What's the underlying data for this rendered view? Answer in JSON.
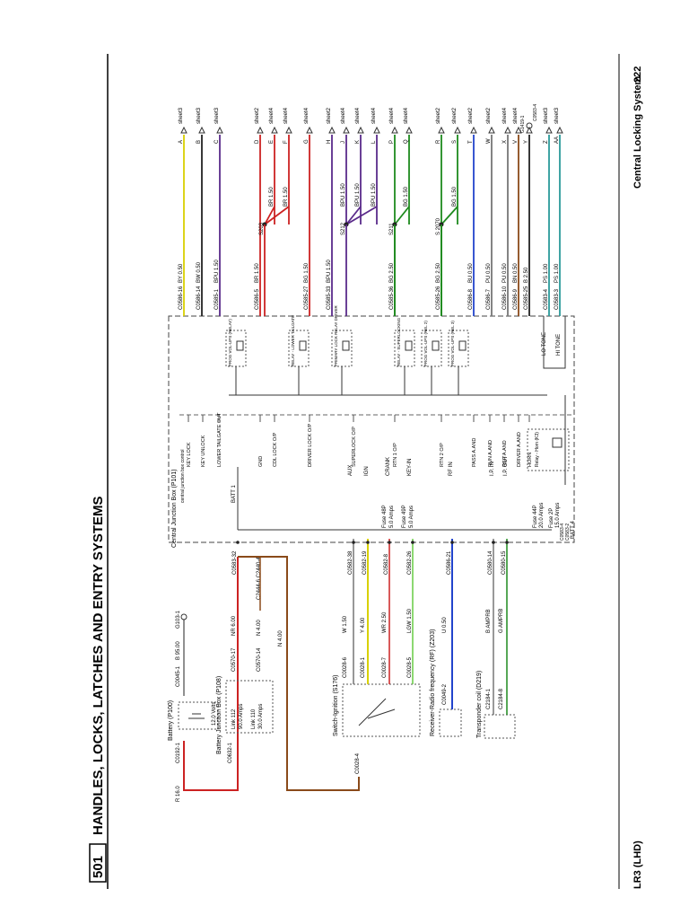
{
  "header": {
    "section_number": "501",
    "section_title": "HANDLES, LOCKS, LATCHES AND ENTRY SYSTEMS",
    "page_title": "Central Locking System",
    "vehicle": "LR3 (LHD)",
    "page_number": "222"
  },
  "left_components": {
    "battery": {
      "title": "Battery (P100)",
      "volts": "12.0 Volts",
      "left_wire": "R 16.0",
      "left_conn": "C0192-1",
      "right_conn": "C0045-1",
      "right_wire": "B 95.00",
      "ground": "G103-1"
    },
    "bjb": {
      "title": "Battery Junction Box (P108)",
      "conn_in": "C0632-1",
      "link1_name": "Link 112",
      "link1_amp": "90.0 Amps",
      "link2_name": "Link 110",
      "link2_amp": "30.0 Amps",
      "out1_conn": "C0570-17",
      "out1_wire": "NR 6.00",
      "out2_conn": "C0570-14",
      "out2_wire": "N 4.00",
      "splice": "C2444-6 C2440-4",
      "run_wire": "N 4.00"
    },
    "ignition": {
      "title": "Switch-Ignition (S176)",
      "conn_in": "C0028-4",
      "c1": "C0028-6",
      "c2": "C0028-1",
      "c3": "C0028-7",
      "c4": "C0028-5",
      "w1": "W 1.50",
      "w2": "Y 4.00",
      "w3": "WR 2.50",
      "w4": "LGW 1.50"
    },
    "receiver": {
      "title": "Receiver-Radio frequency (RF) (Z203)",
      "conn": "C0049-2",
      "wire": "U 0.50"
    },
    "transponder": {
      "title": "Transponder coil (D219)",
      "c1": "C2184-1",
      "c2": "C2184-8",
      "w1": "B AMPRB",
      "w2": "G AMPRB"
    }
  },
  "cjb": {
    "title": "Central Junction Box (P101)",
    "subtitle": "central junction box control",
    "bus_label": "BATT 1",
    "input_conns": [
      "C0583-32",
      "C0582-38",
      "C0582-19",
      "C0582-8",
      "C0582-26",
      "C0586-21",
      "C0580-14",
      "C0580-15"
    ],
    "bottom_label": "BATT 4",
    "bottom_conns": [
      "C0583-4",
      "C0583-2"
    ],
    "fuses": [
      {
        "name": "Fuse 48P",
        "amps": "5.0 Amps"
      },
      {
        "name": "Fuse 49P",
        "amps": "5.0 Amps"
      },
      {
        "name": "Fuse 44P",
        "amps": "20.0 Amps"
      },
      {
        "name": "Fuse 2P",
        "amps": "15.0 Amps"
      }
    ],
    "inner_labels": [
      "AUX",
      "IGN",
      "CRANK",
      "KEY-IN",
      "RF IN",
      "I.P. IN",
      "I.P. OUT"
    ],
    "logic_labels": [
      "KEY LOCK",
      "KEY UNLOCK",
      "LOWER TAILGATE OUT",
      "GND",
      "CDL LOCK O/P",
      "DRIVER LOCK O/P",
      "SUPERLOCK O/P",
      "RTN 1 O/P",
      "RTN 2 O/P",
      "PASS A.AND",
      "RUN A.AND",
      "RSH A.AND",
      "DRIVER A.AND",
      "HORN"
    ],
    "horn_relay": "Relay - Horn (K3)",
    "relays": [
      "PROG VOL-UPS (RELAY)",
      "RELAY - LOWER TAILGATE",
      "PRIMARY LOCK RELAY DRIVER",
      "RELAY - SUPERLOCKING",
      "PROG VOL-UPS (REL 2)",
      "PROG VOL-UPS (REL 3)"
    ],
    "right_labels": [
      "LO TONE",
      "HI TONE"
    ]
  },
  "outputs": [
    {
      "conn": "C0586-16",
      "wire": "BY 0.50",
      "letter": "A",
      "dest": "sheet3"
    },
    {
      "conn": "C0586-14",
      "wire": "BW 0.50",
      "letter": "B",
      "dest": "sheet3"
    },
    {
      "conn": "C0585-1",
      "wire": "BPU 1.50",
      "letter": "C",
      "dest": "sheet3"
    },
    {
      "conn": "C0586-5",
      "wire": "BR 1.50",
      "letter": "D",
      "dest": "sheet2"
    },
    {
      "conn": "",
      "wire": "BR 1.50",
      "letter": "E",
      "dest": "sheet4"
    },
    {
      "conn": "",
      "wire": "BR 1.50",
      "letter": "F",
      "dest": "sheet4"
    },
    {
      "conn": "C0585-27",
      "wire": "BG 1.50",
      "letter": "G",
      "dest": "sheet4"
    },
    {
      "conn": "C0585-33",
      "wire": "BPU 1.50",
      "letter": "H",
      "dest": "sheet2"
    },
    {
      "conn": "",
      "wire": "BPU 1.50",
      "letter": "J",
      "dest": "sheet4"
    },
    {
      "conn": "",
      "wire": "BPU 1.50",
      "letter": "K",
      "dest": "sheet4"
    },
    {
      "conn": "",
      "wire": "BPU 1.50",
      "letter": "L",
      "dest": "sheet4"
    },
    {
      "conn": "C0585-36",
      "wire": "BG 2.50",
      "letter": "P",
      "dest": "sheet4"
    },
    {
      "conn": "",
      "wire": "BG 1.50",
      "letter": "Q",
      "dest": "sheet4"
    },
    {
      "conn": "C0585-26",
      "wire": "BG 2.50",
      "letter": "R",
      "dest": "sheet2"
    },
    {
      "conn": "",
      "wire": "BG 1.50",
      "letter": "S",
      "dest": "sheet2"
    },
    {
      "conn": "C0586-8",
      "wire": "BU 0.50",
      "letter": "T",
      "dest": "sheet2"
    },
    {
      "conn": "C0586-7",
      "wire": "PU 0.50",
      "letter": "W",
      "dest": "sheet2"
    },
    {
      "conn": "C0586-10",
      "wire": "PU 0.50",
      "letter": "X",
      "dest": "sheet4"
    },
    {
      "conn": "C0586-9",
      "wire": "BN 0.50",
      "letter": "V",
      "dest": "sheet4"
    },
    {
      "conn": "C0585-25",
      "wire": "B 2.50",
      "letter": "Y",
      "dest": ""
    },
    {
      "conn": "C0583-4",
      "wire": "PS 1.00",
      "letter": "Z",
      "dest": "sheet3"
    },
    {
      "conn": "C0583-3",
      "wire": "PS 1.00",
      "letter": "AA",
      "dest": "sheet3"
    }
  ],
  "splices": [
    "S203",
    "S212",
    "S211",
    "S 2070"
  ],
  "ground_label": "G1419-1",
  "ground_sub": "C0583-4",
  "colors": {
    "red": "#cc2222",
    "brown": "#8a4a1a",
    "yellow": "#d8d000",
    "purple": "#5a2a8a",
    "green": "#1e8a1e",
    "blue": "#2244cc",
    "lightgreen": "#66cc44",
    "teal": "#2a9a9a",
    "black": "#222222",
    "gray": "#777777"
  }
}
